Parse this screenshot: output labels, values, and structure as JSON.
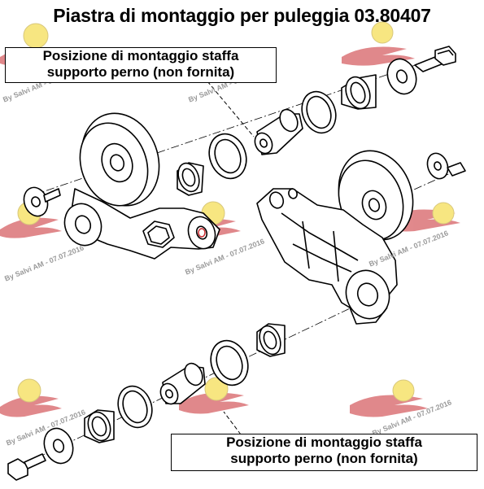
{
  "title": "Piastra di montaggio per puleggia 03.80407",
  "callout_top": {
    "line1": "Posizione di montaggio staffa",
    "line2": "supporto perno (non fornita)"
  },
  "callout_bottom": {
    "line1": "Posizione di montaggio staffa",
    "line2": "supporto perno (non fornita)"
  },
  "watermarks": [
    "By Salvi AM - 07.07.2016",
    "By Salvi AM - 07.07.2016",
    "By Salvi AM - 07.07.2016",
    "By Salvi AM - 07.07.2016",
    "By Salvi AM - 07.07.2016",
    "By Salvi AM - 07.07.2016",
    "By Salvi AM - 07.07.2016"
  ],
  "colors": {
    "line": "#000000",
    "logo_red": "#c8282d",
    "logo_yellow": "#f2d21c",
    "watermark": "#9a9a9a"
  }
}
